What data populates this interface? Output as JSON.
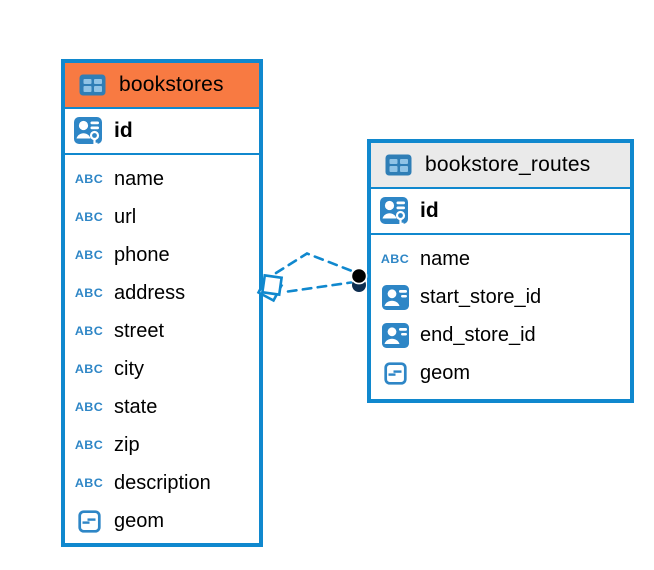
{
  "diagram": {
    "background": "#ffffff",
    "colors": {
      "table_border": "#1088CE",
      "bookstores_header_bg": "#F87A42",
      "bookstore_routes_header_bg": "#EAEAEA",
      "icon_blue": "#2E86C6",
      "relationship_line": "#1088CE",
      "relationship_target_dot": "#000000",
      "text": "#000000"
    },
    "tables": [
      {
        "name": "bookstores",
        "icon": "table-grid-icon",
        "header_bg": "#F87A42",
        "primary_key": {
          "name": "id",
          "icon": "person-key-icon"
        },
        "columns": [
          {
            "name": "name",
            "icon": "abc-icon"
          },
          {
            "name": "url",
            "icon": "abc-icon"
          },
          {
            "name": "phone",
            "icon": "abc-icon"
          },
          {
            "name": "address",
            "icon": "abc-icon"
          },
          {
            "name": "street",
            "icon": "abc-icon"
          },
          {
            "name": "city",
            "icon": "abc-icon"
          },
          {
            "name": "state",
            "icon": "abc-icon"
          },
          {
            "name": "zip",
            "icon": "abc-icon"
          },
          {
            "name": "description",
            "icon": "abc-icon"
          },
          {
            "name": "geom",
            "icon": "geometry-icon"
          }
        ]
      },
      {
        "name": "bookstore_routes",
        "icon": "table-grid-icon",
        "header_bg": "#EAEAEA",
        "primary_key": {
          "name": "id",
          "icon": "person-key-icon"
        },
        "columns": [
          {
            "name": "name",
            "icon": "abc-icon"
          },
          {
            "name": "start_store_id",
            "icon": "person-icon"
          },
          {
            "name": "end_store_id",
            "icon": "person-icon"
          },
          {
            "name": "geom",
            "icon": "geometry-icon"
          }
        ]
      }
    ],
    "relationships": {
      "count": 2,
      "line_style": "dashed",
      "from_table": "bookstores",
      "to_table": "bookstore_routes",
      "source_marker": "stacked-squares",
      "target_marker": "filled-circle"
    },
    "abc_glyph": "ABC"
  }
}
